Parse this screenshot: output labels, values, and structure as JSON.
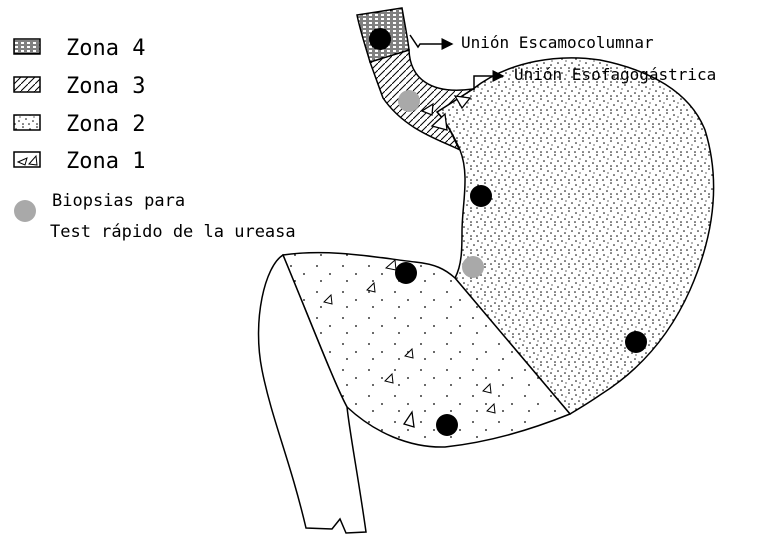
{
  "legend": {
    "items": [
      {
        "key": "zona4",
        "label": "Zona 4"
      },
      {
        "key": "zona3",
        "label": "Zona 3"
      },
      {
        "key": "zona2",
        "label": "Zona 2"
      },
      {
        "key": "zona1",
        "label": "Zona 1"
      }
    ],
    "biopsy_line1": "Biopsias para",
    "biopsy_line2": "Test rápido de la ureasa"
  },
  "callouts": {
    "squamocolumnar": "Unión Escamocolumnar",
    "gastroesophageal": "Unión Esofagogástrica"
  },
  "colors": {
    "line": "#000000",
    "biopsy_gray": "#a9a9a9",
    "biopsy_black": "#000000",
    "background": "#ffffff"
  }
}
